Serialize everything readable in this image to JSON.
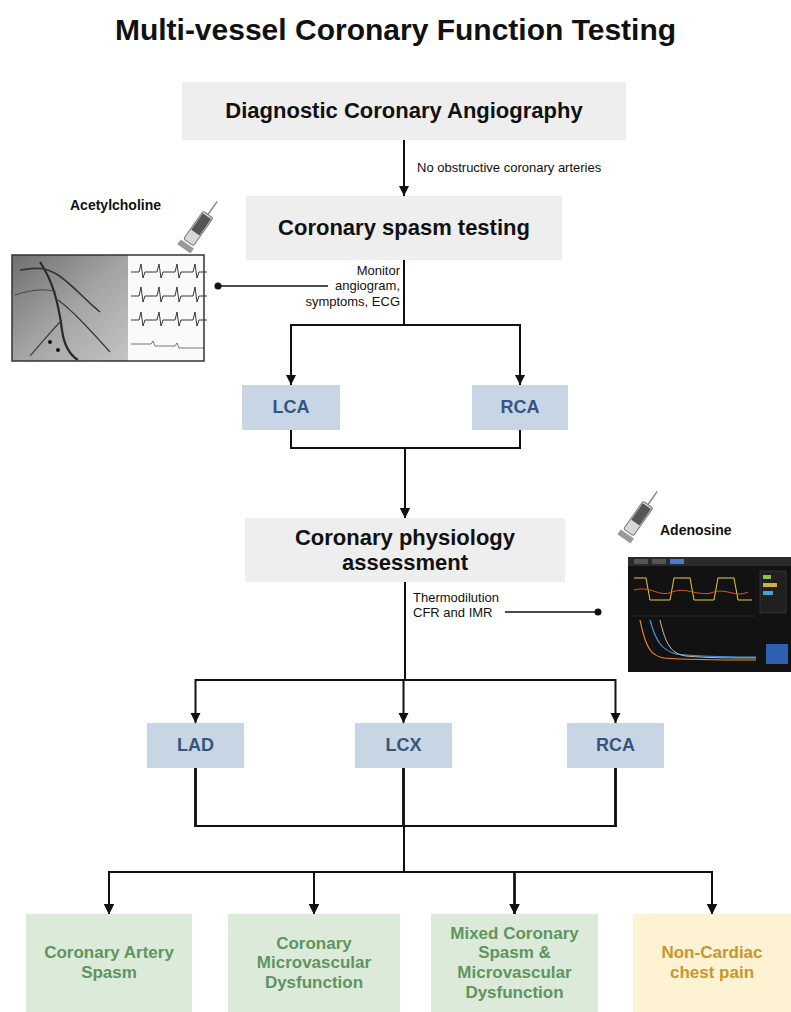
{
  "diagram": {
    "title": "Multi-vessel Coronary Function Testing",
    "nodes": [
      {
        "text": [
          "Diagnostic Coronary Angiography"
        ]
      },
      {
        "text": [
          "Coronary spasm testing"
        ]
      },
      {
        "text": [
          "LCA"
        ]
      },
      {
        "text": [
          "RCA"
        ]
      },
      {
        "text": [
          "Coronary physiology assessment"
        ]
      },
      {
        "text": [
          "LAD"
        ]
      },
      {
        "text": [
          "LCX"
        ]
      },
      {
        "text": [
          "RCA"
        ]
      },
      {
        "text": [
          "Coronary Artery Spasm"
        ]
      },
      {
        "text": [
          "Coronary Microvascular Dysfunction"
        ]
      },
      {
        "text": [
          "Mixed Coronary Spasm & Microvascular Dysfunction"
        ]
      },
      {
        "text": [
          "Non-Cardiac chest pain"
        ]
      }
    ],
    "edges": [
      {
        "from": 0,
        "to": 1,
        "label": "No obstructive coronary arteries",
        "arrow": "to"
      },
      {
        "from": 1,
        "to": 2,
        "arrow": "to"
      },
      {
        "from": 1,
        "to": 3,
        "arrow": "to"
      },
      {
        "from": 2,
        "to": 4,
        "arrow": "to"
      },
      {
        "from": 3,
        "to": 4,
        "arrow": "to"
      },
      {
        "from": 4,
        "to": 5,
        "arrow": "to"
      },
      {
        "from": 4,
        "to": 6,
        "arrow": "to"
      },
      {
        "from": 4,
        "to": 7,
        "arrow": "to"
      },
      {
        "from": 5,
        "to": 8,
        "arrow": "to"
      },
      {
        "from": 5,
        "to": 9,
        "arrow": "to"
      },
      {
        "from": 5,
        "to": 10,
        "arrow": "to"
      },
      {
        "from": 5,
        "to": 11,
        "arrow": "to"
      },
      {
        "from": 6,
        "to": 8,
        "arrow": "to"
      },
      {
        "from": 6,
        "to": 9,
        "arrow": "to"
      },
      {
        "from": 6,
        "to": 10,
        "arrow": "to"
      },
      {
        "from": 6,
        "to": 11,
        "arrow": "to"
      },
      {
        "from": 7,
        "to": 8,
        "arrow": "to"
      },
      {
        "from": 7,
        "to": 9,
        "arrow": "to"
      },
      {
        "from": 7,
        "to": 10,
        "arrow": "to"
      },
      {
        "from": 7,
        "to": 11,
        "arrow": "to"
      }
    ],
    "labels": [
      "Acetylcholine",
      "Monitor angiogram, symptoms, ECG",
      "Adenosine",
      "Thermodilution CFR and IMR"
    ]
  }
}
